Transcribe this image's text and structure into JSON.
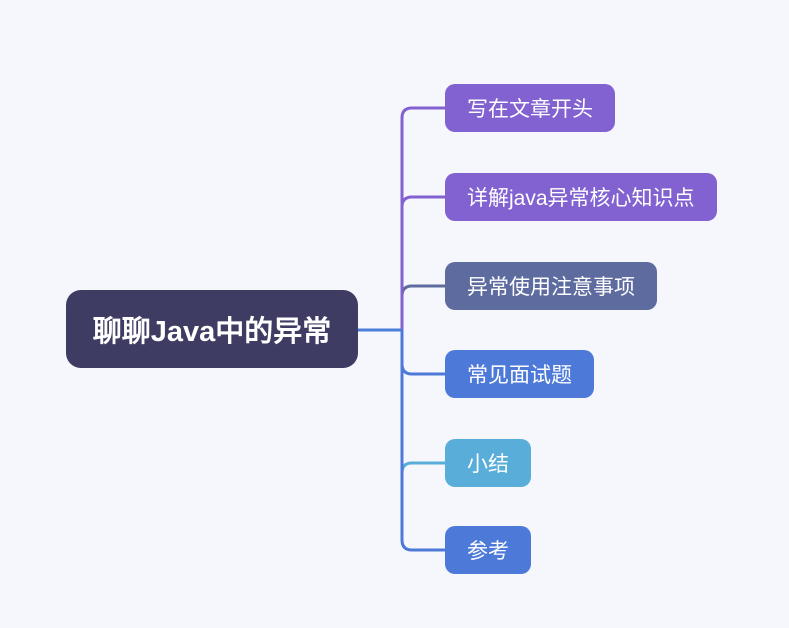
{
  "canvas": {
    "background_color": "#f6f7fc"
  },
  "root": {
    "label": "聊聊Java中的异常",
    "color": "#3f3c63",
    "text_color": "#ffffff"
  },
  "root_connector": {
    "color": "#4a7ed8"
  },
  "branches": [
    {
      "label": "写在文章开头",
      "color": "#8262d1"
    },
    {
      "label": "详解java异常核心知识点",
      "color": "#8262d1"
    },
    {
      "label": "异常使用注意事项",
      "color": "#5d6b9e"
    },
    {
      "label": "常见面试题",
      "color": "#4d79d9"
    },
    {
      "label": "小结",
      "color": "#58aed8"
    },
    {
      "label": "参考",
      "color": "#4d79d9"
    }
  ]
}
